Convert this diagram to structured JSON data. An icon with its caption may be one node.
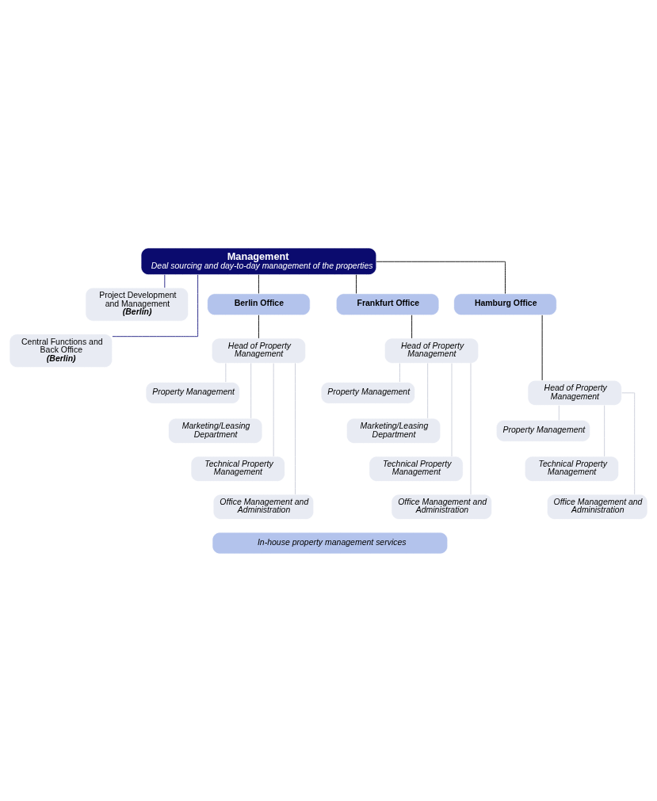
{
  "diagram": {
    "nodes": [
      {
        "text": [
          "Management",
          "Deal sourcing and day-to-day management of the properties"
        ]
      },
      {
        "text": [
          "Central Functions and Back Office",
          "(Berlin)"
        ]
      },
      {
        "text": [
          "Project Development and Management",
          "(Berlin)"
        ]
      },
      {
        "text": [
          "Berlin Office"
        ]
      },
      {
        "text": [
          "Frankfurt Office"
        ]
      },
      {
        "text": [
          "Hamburg Office"
        ]
      },
      {
        "text": [
          "Head of Property Management"
        ]
      },
      {
        "text": [
          "Property Management"
        ]
      },
      {
        "text": [
          "Marketing/Leasing Department"
        ]
      },
      {
        "text": [
          "Technical Property Management"
        ]
      },
      {
        "text": [
          "Office Management and Administration"
        ]
      },
      {
        "text": [
          "Head of Property Management"
        ]
      },
      {
        "text": [
          "Property Management"
        ]
      },
      {
        "text": [
          "Marketing/Leasing Department"
        ]
      },
      {
        "text": [
          "Technical Property Management"
        ]
      },
      {
        "text": [
          "Office Management and Administration"
        ]
      },
      {
        "text": [
          "Head of Property Management"
        ]
      },
      {
        "text": [
          "Property Management"
        ]
      },
      {
        "text": [
          "Technical Property Management"
        ]
      },
      {
        "text": [
          "Office Management and Administration"
        ]
      },
      {
        "text": [
          "In-house property management services"
        ]
      }
    ],
    "edges": [
      {
        "from": 0,
        "to": 1,
        "arrow": "none",
        "color": "#1a1a80"
      },
      {
        "from": 0,
        "to": 2,
        "arrow": "none",
        "color": "#1a1a80"
      },
      {
        "from": 0,
        "to": 3,
        "arrow": "none",
        "color": "#000000"
      },
      {
        "from": 0,
        "to": 4,
        "arrow": "none",
        "color": "#000000"
      },
      {
        "from": 0,
        "to": 5,
        "arrow": "none",
        "color": "#000000"
      },
      {
        "from": 3,
        "to": 6,
        "arrow": "none",
        "color": "#000000"
      },
      {
        "from": 4,
        "to": 11,
        "arrow": "none",
        "color": "#000000"
      },
      {
        "from": 5,
        "to": 16,
        "arrow": "none",
        "color": "#000000"
      },
      {
        "from": 6,
        "to": 7,
        "arrow": "none"
      },
      {
        "from": 6,
        "to": 8,
        "arrow": "none"
      },
      {
        "from": 6,
        "to": 9,
        "arrow": "none"
      },
      {
        "from": 6,
        "to": 10,
        "arrow": "none"
      },
      {
        "from": 11,
        "to": 12,
        "arrow": "none"
      },
      {
        "from": 11,
        "to": 13,
        "arrow": "none"
      },
      {
        "from": 11,
        "to": 14,
        "arrow": "none"
      },
      {
        "from": 11,
        "to": 15,
        "arrow": "none"
      },
      {
        "from": 16,
        "to": 17,
        "arrow": "none"
      },
      {
        "from": 16,
        "to": 18,
        "arrow": "none"
      },
      {
        "from": 16,
        "to": 19,
        "arrow": "none"
      }
    ]
  }
}
